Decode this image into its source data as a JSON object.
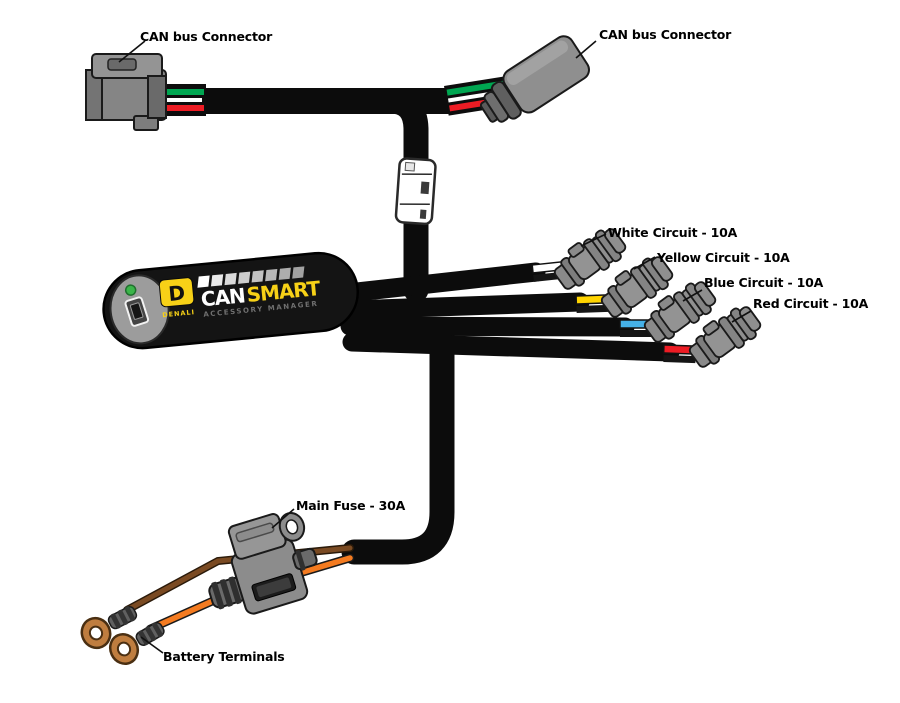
{
  "diagram": {
    "type": "wiring-harness",
    "product": {
      "emblem_letter": "D",
      "brand": "DENALI",
      "name_white": "CAN",
      "name_yellow": "SMART",
      "subtitle": "ACCESSORY MANAGER",
      "accent_yellow": "#f7d117"
    },
    "connectors": {
      "can_left": {
        "label": "CAN bus Connector"
      },
      "can_right": {
        "label": "CAN bus Connector"
      }
    },
    "can_wire_colors": [
      "#00a651",
      "#ffffff",
      "#ed1c24"
    ],
    "circuits": [
      {
        "id": "white",
        "label": "White Circuit - 10A",
        "wire_color": "#ffffff"
      },
      {
        "id": "yellow",
        "label": "Yellow Circuit - 10A",
        "wire_color": "#ffd400"
      },
      {
        "id": "blue",
        "label": "Blue Circuit - 10A",
        "wire_color": "#45b1e8"
      },
      {
        "id": "red",
        "label": "Red Circuit - 10A",
        "wire_color": "#ed1c24"
      }
    ],
    "power": {
      "fuse_label": "Main Fuse - 30A",
      "battery_label": "Battery Terminals",
      "positive_wire_color": "#f47b20",
      "ground_wire_color": "#7a4a22",
      "terminal_color": "#bf7d3f"
    }
  }
}
